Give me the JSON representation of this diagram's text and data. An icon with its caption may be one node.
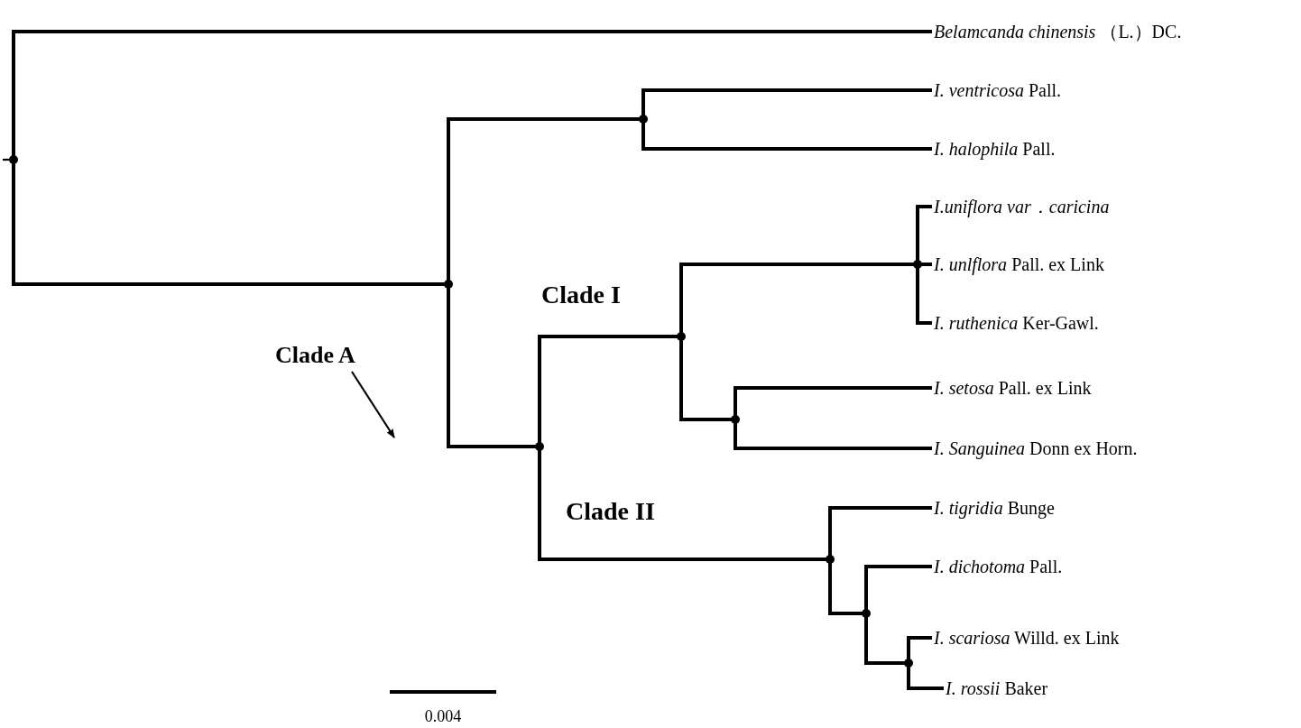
{
  "diagram": {
    "nodes": [
      {
        "text": [
          "*Belamcanda chinensis* （L.）DC."
        ]
      },
      {
        "text": [
          "*I. ventricosa* Pall."
        ]
      },
      {
        "text": [
          "*I. halophila* Pall."
        ]
      },
      {
        "text": [
          "*I.uniflora var．caricina*"
        ]
      },
      {
        "text": [
          "*I. unlflora* Pall. ex Link"
        ]
      },
      {
        "text": [
          "*I. ruthenica* Ker-Gawl."
        ]
      },
      {
        "text": [
          "*I. setosa* Pall. ex Link"
        ]
      },
      {
        "text": [
          "*I. Sanguinea* Donn ex Horn."
        ]
      },
      {
        "text": [
          "*I. tigridia* Bunge"
        ]
      },
      {
        "text": [
          "*I. dichotoma* Pall."
        ]
      },
      {
        "text": [
          "*I. scariosa* Willd. ex Link"
        ]
      },
      {
        "text": [
          "*I. rossii* Baker"
        ]
      },
      {
        "text": [
          "Clade A"
        ]
      },
      {
        "text": [],
        "shape": "point"
      },
      {
        "text": [],
        "shape": "point"
      },
      {
        "text": [],
        "shape": "point"
      },
      {
        "text": [],
        "shape": "point"
      },
      {
        "text": [],
        "shape": "point"
      },
      {
        "text": [],
        "shape": "point"
      },
      {
        "text": [],
        "shape": "point"
      },
      {
        "text": [],
        "shape": "point"
      },
      {
        "text": [],
        "shape": "point"
      },
      {
        "text": [],
        "shape": "point"
      }
    ],
    "edges": [
      {
        "from": 13,
        "to": 0,
        "arrow": "none"
      },
      {
        "from": 13,
        "to": 14,
        "arrow": "none"
      },
      {
        "from": 14,
        "to": 16,
        "arrow": "none"
      },
      {
        "from": 14,
        "to": 15,
        "arrow": "none"
      },
      {
        "from": 16,
        "to": 1,
        "arrow": "none"
      },
      {
        "from": 16,
        "to": 2,
        "arrow": "none"
      },
      {
        "from": 15,
        "to": 17,
        "arrow": "none"
      },
      {
        "from": 15,
        "to": 19,
        "arrow": "none"
      },
      {
        "from": 17,
        "to": 22,
        "arrow": "none"
      },
      {
        "from": 17,
        "to": 18,
        "arrow": "none"
      },
      {
        "from": 22,
        "to": 3,
        "arrow": "none"
      },
      {
        "from": 22,
        "to": 4,
        "arrow": "none"
      },
      {
        "from": 22,
        "to": 5,
        "arrow": "none"
      },
      {
        "from": 18,
        "to": 6,
        "arrow": "none"
      },
      {
        "from": 18,
        "to": 7,
        "arrow": "none"
      },
      {
        "from": 19,
        "to": 8,
        "arrow": "none"
      },
      {
        "from": 19,
        "to": 20,
        "arrow": "none"
      },
      {
        "from": 20,
        "to": 9,
        "arrow": "none"
      },
      {
        "from": 20,
        "to": 21,
        "arrow": "none"
      },
      {
        "from": 21,
        "to": 10,
        "arrow": "none"
      },
      {
        "from": 21,
        "to": 11,
        "arrow": "none"
      },
      {
        "from": 12,
        "to": null,
        "arrow": "to"
      },
      {
        "from": null,
        "to": 13,
        "arrow": "none"
      }
    ],
    "labels": [
      "Clade I",
      "Clade II",
      "0.004"
    ]
  }
}
